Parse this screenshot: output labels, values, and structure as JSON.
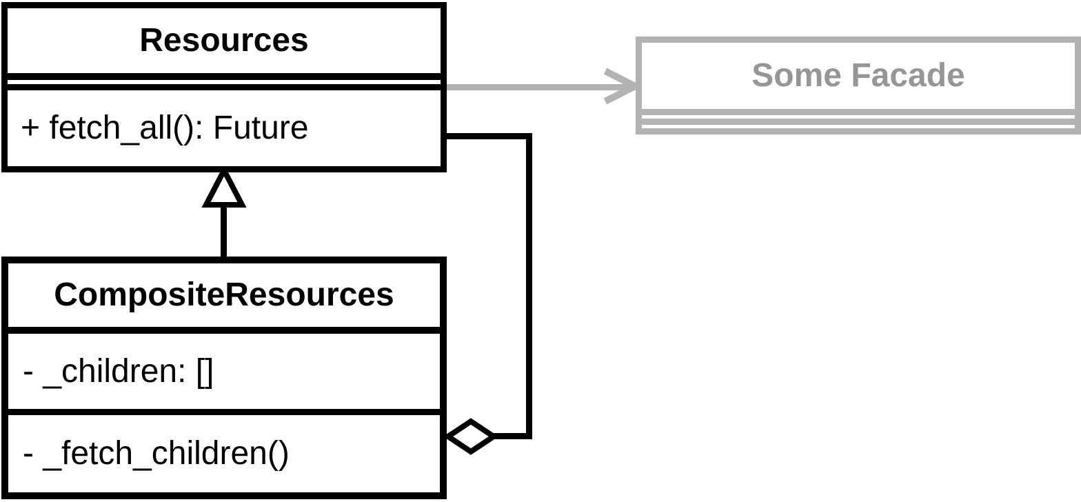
{
  "diagram": {
    "kind": "uml-class-diagram",
    "classes": {
      "resources": {
        "title": "Resources",
        "attributes": [],
        "methods": [
          "+ fetch_all(): Future"
        ]
      },
      "composite_resources": {
        "title": "CompositeResources",
        "attributes": [
          "- _children: []"
        ],
        "methods": [
          "- _fetch_children()"
        ]
      },
      "facade": {
        "title": "Some Facade",
        "attributes": [],
        "methods": []
      }
    },
    "relationships": [
      {
        "type": "generalization",
        "from": "CompositeResources",
        "to": "Resources",
        "marker": "hollow-triangle",
        "color": "#000000"
      },
      {
        "type": "aggregation",
        "from": "CompositeResources",
        "to": "Resources",
        "marker": "hollow-diamond",
        "color": "#000000"
      },
      {
        "type": "dependency",
        "from": "Resources",
        "to": "Some Facade",
        "marker": "open-arrowhead",
        "color": "#b3b3b3"
      }
    ],
    "colors": {
      "black": "#000000",
      "gray_line": "#b3b3b3",
      "gray_text": "#969696",
      "background": "#ffffff",
      "marker_fill": "#ffffff"
    }
  }
}
